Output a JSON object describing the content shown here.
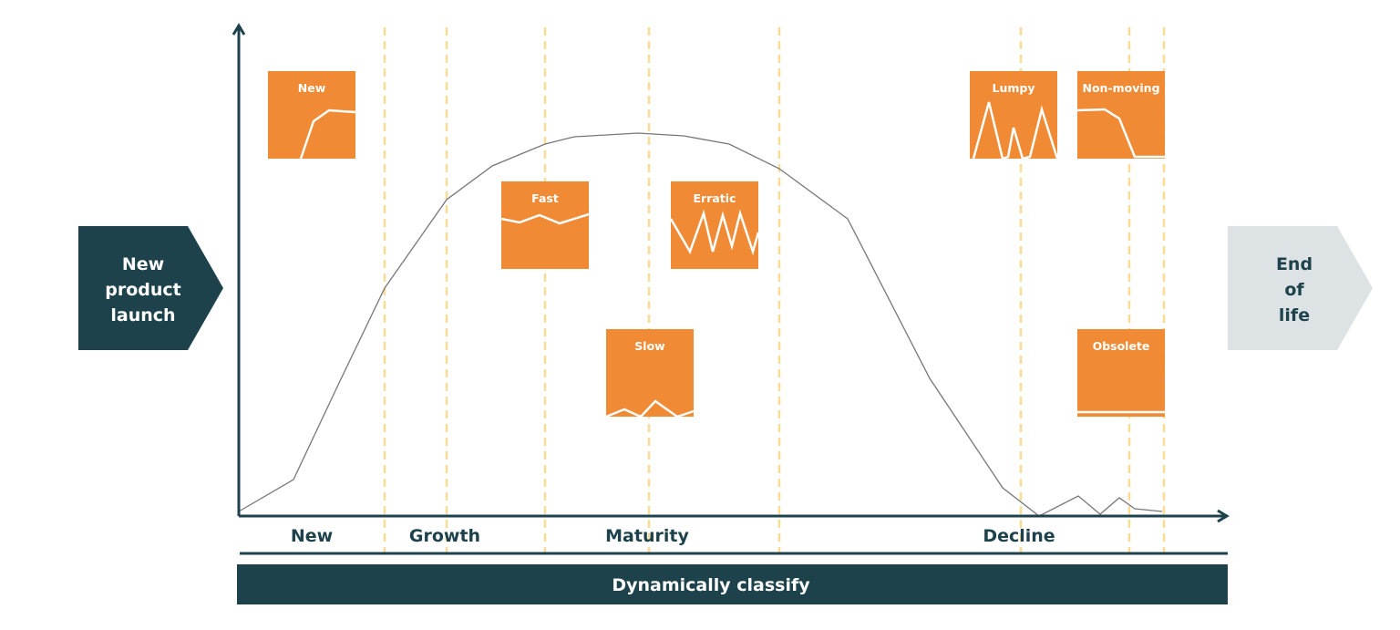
{
  "start_label": [
    "New",
    "product",
    "launch"
  ],
  "end_label": [
    "End",
    "of",
    "life"
  ],
  "stages": [
    "New",
    "Growth",
    "Maturity",
    "Decline"
  ],
  "bottom_bar": "Dynamically classify",
  "patterns": [
    {
      "id": "new",
      "label": "New"
    },
    {
      "id": "fast",
      "label": "Fast"
    },
    {
      "id": "slow",
      "label": "Slow"
    },
    {
      "id": "erratic",
      "label": "Erratic"
    },
    {
      "id": "lumpy",
      "label": "Lumpy"
    },
    {
      "id": "non-moving",
      "label": "Non-moving"
    },
    {
      "id": "obsolete",
      "label": "Obsolete"
    }
  ],
  "colors": {
    "dark": "#1d424b",
    "light": "#dde2e5",
    "orange": "#f08a34",
    "guide": "#f8dc93",
    "curve": "#777777"
  }
}
